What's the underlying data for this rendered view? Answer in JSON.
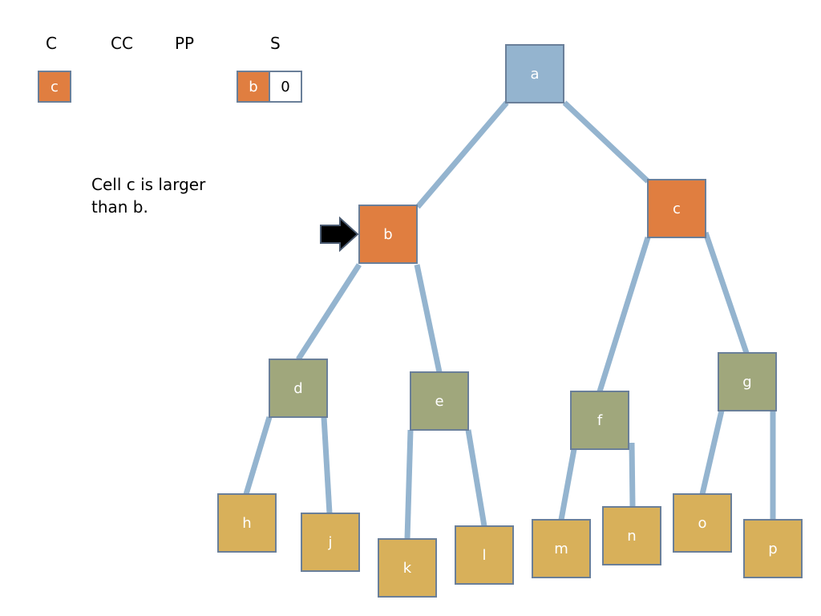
{
  "headers": {
    "c": "C",
    "cc": "CC",
    "pp": "PP",
    "s": "S"
  },
  "c_list": [
    "c"
  ],
  "stack": {
    "node": "b",
    "value": "0"
  },
  "note": {
    "line1": "Cell c is larger",
    "line2": "than b."
  },
  "colors": {
    "root": "#94b4cf",
    "active": "#e07e40",
    "internal": "#a0a77c",
    "leaf": "#d8b05a",
    "edge": "#94b4cf",
    "border": "#6a7f99"
  },
  "tree": {
    "nodes": [
      {
        "id": "a",
        "label": "a",
        "kind": "root"
      },
      {
        "id": "b",
        "label": "b",
        "kind": "active"
      },
      {
        "id": "c",
        "label": "c",
        "kind": "active"
      },
      {
        "id": "d",
        "label": "d",
        "kind": "internal"
      },
      {
        "id": "e",
        "label": "e",
        "kind": "internal"
      },
      {
        "id": "f",
        "label": "f",
        "kind": "internal"
      },
      {
        "id": "g",
        "label": "g",
        "kind": "internal"
      },
      {
        "id": "h",
        "label": "h",
        "kind": "leaf"
      },
      {
        "id": "j",
        "label": "j",
        "kind": "leaf"
      },
      {
        "id": "k",
        "label": "k",
        "kind": "leaf"
      },
      {
        "id": "l",
        "label": "l",
        "kind": "leaf"
      },
      {
        "id": "m",
        "label": "m",
        "kind": "leaf"
      },
      {
        "id": "n",
        "label": "n",
        "kind": "leaf"
      },
      {
        "id": "o",
        "label": "o",
        "kind": "leaf"
      },
      {
        "id": "p",
        "label": "p",
        "kind": "leaf"
      }
    ],
    "edges": [
      [
        "a",
        "b"
      ],
      [
        "a",
        "c"
      ],
      [
        "b",
        "d"
      ],
      [
        "b",
        "e"
      ],
      [
        "c",
        "f"
      ],
      [
        "c",
        "g"
      ],
      [
        "d",
        "h"
      ],
      [
        "d",
        "j"
      ],
      [
        "e",
        "k"
      ],
      [
        "e",
        "l"
      ],
      [
        "f",
        "m"
      ],
      [
        "f",
        "n"
      ],
      [
        "g",
        "o"
      ],
      [
        "g",
        "p"
      ]
    ],
    "pointer_target": "b"
  }
}
